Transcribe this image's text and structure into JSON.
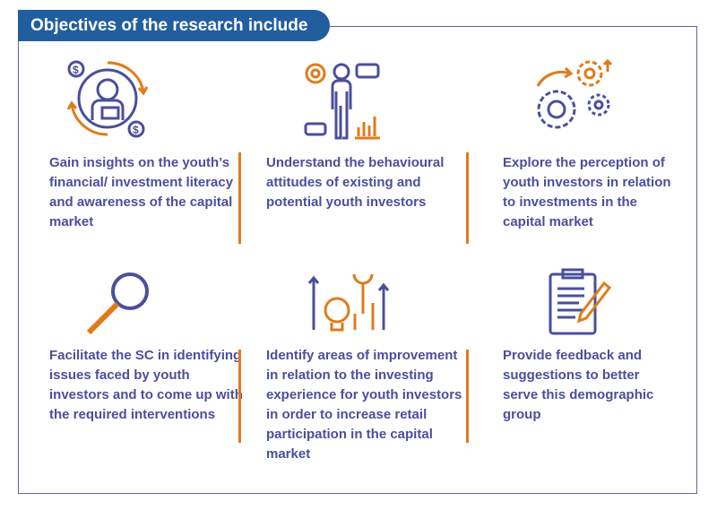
{
  "title": "Objectives of the research include",
  "colors": {
    "header": "#215e9e",
    "text": "#4a4f9c",
    "accent": "#e07b1a",
    "border": "#5a63aa"
  },
  "objectives": [
    {
      "icon": "investor-cycle-icon",
      "text": "Gain insights on the youth’s financial/ investment literacy and awareness of the capital market"
    },
    {
      "icon": "person-analytics-icon",
      "text": "Understand the behavioural attitudes of existing and potential youth investors"
    },
    {
      "icon": "gears-icon",
      "text": "Explore the perception of youth investors in relation to investments in the capital market"
    },
    {
      "icon": "magnifier-icon",
      "text": "Facilitate the SC in identifying issues faced by youth investors and to come up with the required interventions"
    },
    {
      "icon": "lightbulb-tools-growth-icon",
      "text": "Identify areas of improvement in relation to the investing experience for youth investors in order to increase retail participation in the capital market"
    },
    {
      "icon": "clipboard-pen-icon",
      "text": "Provide feedback and suggestions to better serve this demographic group"
    }
  ]
}
